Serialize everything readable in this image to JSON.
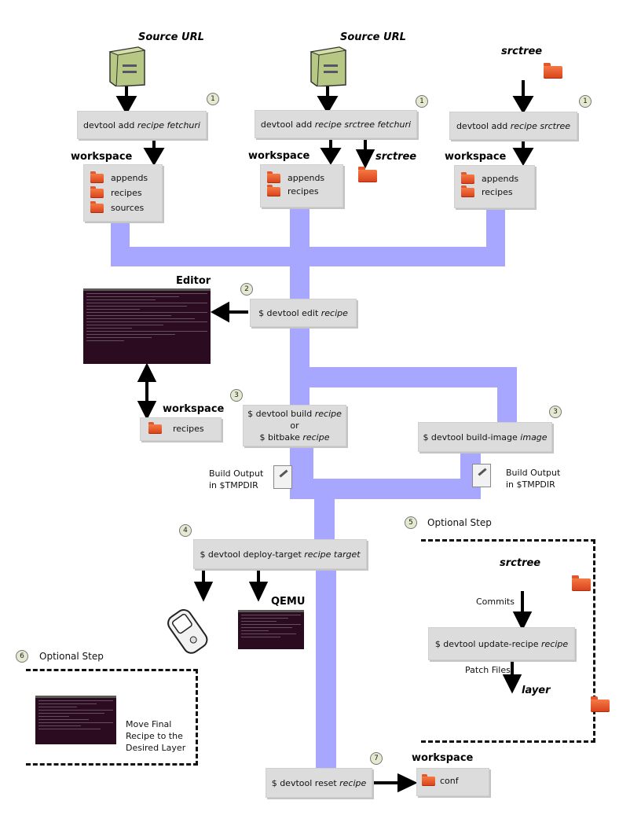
{
  "top": {
    "left": {
      "source_label": "Source URL",
      "step": "1",
      "cmd_prefix": "devtool add ",
      "cmd_arg": "recipe fetchuri",
      "ws_label": "workspace",
      "items": [
        "appends",
        "recipes",
        "sources"
      ]
    },
    "middle": {
      "source_label": "Source URL",
      "step": "1",
      "cmd_prefix": "devtool add ",
      "cmd_arg": "recipe srctree fetchuri",
      "ws_label": "workspace",
      "items": [
        "appends",
        "recipes"
      ],
      "srctree_label": "srctree"
    },
    "right": {
      "source_label": "srctree",
      "step": "1",
      "cmd_prefix": "devtool add ",
      "cmd_arg": "recipe srctree",
      "ws_label": "workspace",
      "items": [
        "appends",
        "recipes"
      ]
    }
  },
  "edit": {
    "editor_label": "Editor",
    "step": "2",
    "cmd_prefix": "$ devtool edit ",
    "cmd_arg": "recipe"
  },
  "editor_ws": {
    "step": "3",
    "label": "workspace",
    "items": [
      "recipes"
    ]
  },
  "build": {
    "line1_prefix": "$ devtool build ",
    "line1_arg": "recipe",
    "or": "or",
    "line3_prefix": "$ bitbake ",
    "line3_arg": "recipe",
    "output_line1": "Build Output",
    "output_line2": "in $TMPDIR"
  },
  "build_image": {
    "step": "3",
    "cmd_prefix": "$ devtool build-image ",
    "cmd_arg": "image",
    "output_line1": "Build Output",
    "output_line2": "in $TMPDIR"
  },
  "deploy": {
    "step": "4",
    "cmd_prefix": "$ devtool deploy-target ",
    "cmd_arg": "recipe target",
    "qemu_label": "QEMU"
  },
  "optional5": {
    "step": "5",
    "label": "Optional Step",
    "srctree_label": "srctree",
    "commits": "Commits",
    "cmd_prefix": "$ devtool update-recipe ",
    "cmd_arg": "recipe",
    "patch_files": "Patch Files",
    "layer_label": "layer"
  },
  "optional6": {
    "step": "6",
    "label": "Optional Step",
    "text_lines": [
      "Move Final",
      "Recipe to the",
      "Desired Layer"
    ]
  },
  "reset": {
    "step": "7",
    "cmd_prefix": "$ devtool reset ",
    "cmd_arg": "recipe",
    "ws_label": "workspace",
    "ws_items": [
      "conf"
    ]
  },
  "colors": {
    "pipe": "#a7a7ff",
    "box": "#dcdcdc",
    "folder": "#e2572c",
    "terminal": "#2a0b1f"
  }
}
